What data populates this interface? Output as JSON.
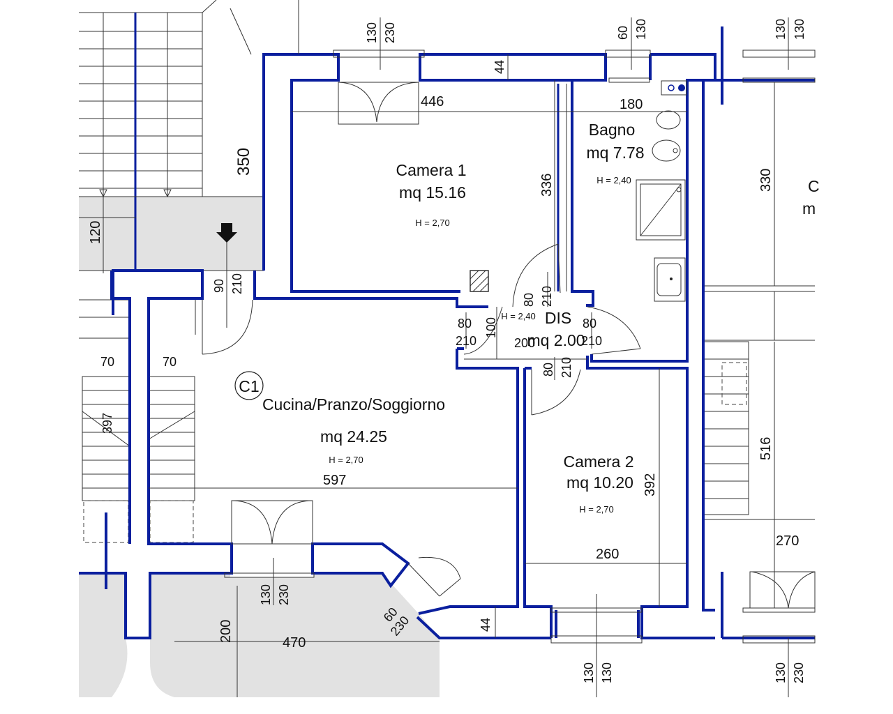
{
  "rooms": {
    "camera1": {
      "name": "Camera 1",
      "area": "mq 15.16",
      "height": "H = 2,70"
    },
    "bagno": {
      "name": "Bagno",
      "area": "mq 7.78",
      "height": "H = 2,40"
    },
    "dis": {
      "name": "DIS",
      "area": "mq 2.00",
      "height": "H = 2,40"
    },
    "cucina": {
      "name": "Cucina/Pranzo/Soggiorno",
      "area": "mq 24.25",
      "height": "H = 2,70"
    },
    "camera2": {
      "name": "Camera 2",
      "area": "mq 10.20",
      "height": "H = 2,70"
    },
    "adjacent_partial": {
      "name": "C",
      "area": "m"
    }
  },
  "unit_label": "C1",
  "dimensions": {
    "top_window_left": [
      "130",
      "230"
    ],
    "top_window_bagno": [
      "60",
      "130"
    ],
    "top_window_right": [
      "130",
      "130"
    ],
    "wall_44_top": "44",
    "camera1_width": "446",
    "camera1_depth": "336",
    "bagno_width": "180",
    "height_350": "350",
    "right_330": "330",
    "landing_120": "120",
    "entry_door": [
      "90",
      "210"
    ],
    "dis_door_left": [
      "80",
      "210"
    ],
    "dis_door_top": [
      "80",
      "210"
    ],
    "dis_door_right": [
      "80",
      "210"
    ],
    "dis_door_bottom": [
      "80",
      "210"
    ],
    "dis_100": "100",
    "dis_200": "200",
    "stair_70_left": "70",
    "stair_70_right": "70",
    "stair_397": "397",
    "cucina_width": "597",
    "camera2_depth": "392",
    "camera2_width": "260",
    "right_516": "516",
    "right_270": "270",
    "balcony_door": [
      "130",
      "230"
    ],
    "balcony_door_angled": [
      "60",
      "230"
    ],
    "wall_44_bottom": "44",
    "balcony_200": "200",
    "balcony_470": "470",
    "bottom_window_camera2": [
      "130",
      "130"
    ],
    "bottom_window_right": [
      "130",
      "230"
    ]
  }
}
